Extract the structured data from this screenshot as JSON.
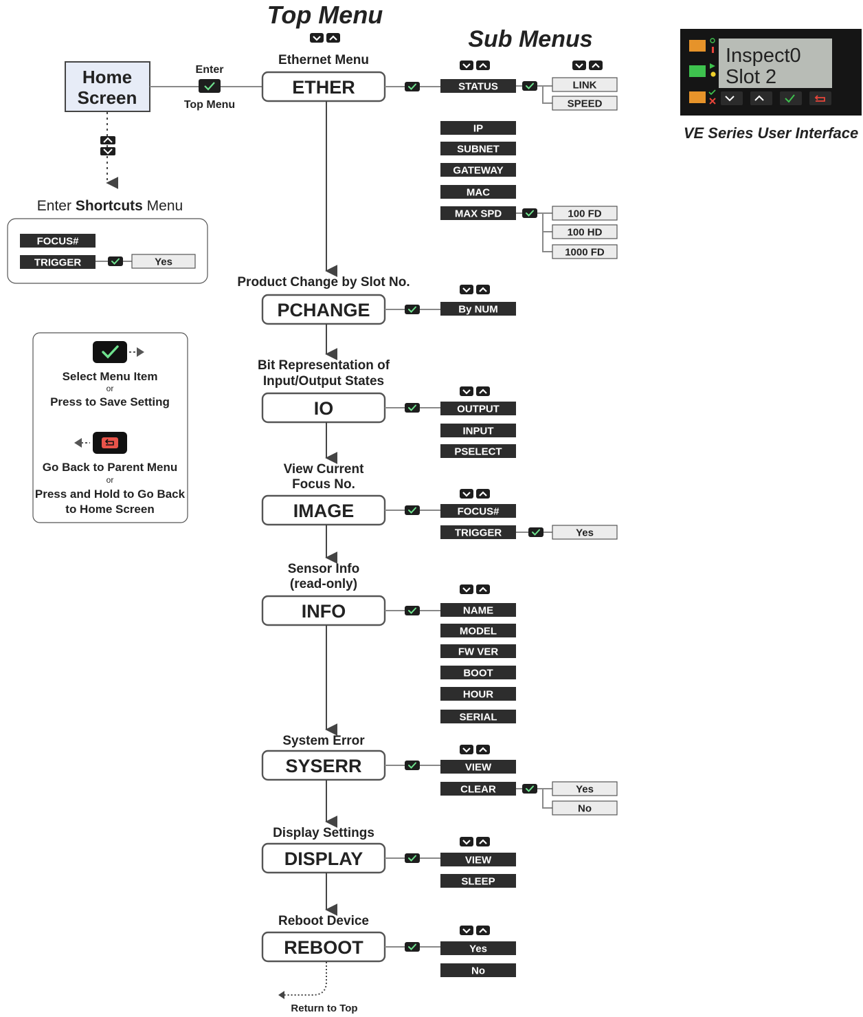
{
  "headings": {
    "top_menu": "Top Menu",
    "sub_menus": "Sub Menus",
    "ve_caption": "VE Series User Interface"
  },
  "home": {
    "box_line1": "Home",
    "box_line2": "Screen",
    "enter_label": "Enter",
    "top_menu_label": "Top Menu",
    "shortcuts_prefix": "Enter ",
    "shortcuts_bold": "Shortcuts",
    "shortcuts_suffix": " Menu",
    "shortcuts_items": [
      "FOCUS#",
      "TRIGGER"
    ],
    "shortcuts_trigger_option": "Yes"
  },
  "legend": {
    "select_line1": "Select Menu Item",
    "or1": "or",
    "select_line2": "Press to Save Setting",
    "back_line1": "Go Back to Parent Menu",
    "or2": "or",
    "back_line2": "Press and Hold to Go Back",
    "back_line3": "to Home Screen"
  },
  "lcd": {
    "line1": "Inspect0",
    "line2": "  Slot 2"
  },
  "menus": [
    {
      "id": "ether",
      "title": [
        "Ethernet Menu"
      ],
      "label": "ETHER",
      "subitems": [
        "STATUS",
        "IP",
        "SUBNET",
        "GATEWAY",
        "MAC",
        "MAX SPD"
      ],
      "status_options": [
        "LINK",
        "SPEED"
      ],
      "maxspd_options": [
        "100 FD",
        "100 HD",
        "1000 FD"
      ]
    },
    {
      "id": "pchange",
      "title": [
        "Product Change by Slot No."
      ],
      "label": "PCHANGE",
      "subitems": [
        "By NUM"
      ]
    },
    {
      "id": "io",
      "title": [
        "Bit Representation of",
        "Input/Output States"
      ],
      "label": "IO",
      "subitems": [
        "OUTPUT",
        "INPUT",
        "PSELECT"
      ]
    },
    {
      "id": "image",
      "title": [
        "View Current",
        "Focus No."
      ],
      "label": "IMAGE",
      "subitems": [
        "FOCUS#",
        "TRIGGER"
      ],
      "trigger_option": "Yes"
    },
    {
      "id": "info",
      "title": [
        "Sensor Info",
        "(read-only)"
      ],
      "label": "INFO",
      "subitems": [
        "NAME",
        "MODEL",
        "FW VER",
        "BOOT",
        "HOUR",
        "SERIAL"
      ]
    },
    {
      "id": "syserr",
      "title": [
        "System Error"
      ],
      "label": "SYSERR",
      "subitems": [
        "VIEW",
        "CLEAR"
      ],
      "clear_options": [
        "Yes",
        "No"
      ]
    },
    {
      "id": "display",
      "title": [
        "Display Settings"
      ],
      "label": "DISPLAY",
      "subitems": [
        "VIEW",
        "SLEEP"
      ]
    },
    {
      "id": "reboot",
      "title": [
        "Reboot Device"
      ],
      "label": "REBOOT",
      "subitems": [
        "Yes",
        "No"
      ],
      "return_label": "Return to Top"
    }
  ]
}
